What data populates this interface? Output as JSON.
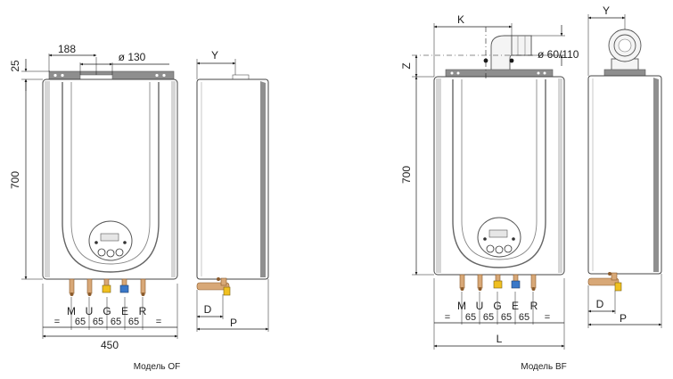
{
  "models": [
    {
      "caption": "Модель OF",
      "dims": {
        "top_offset": "25",
        "height": "700",
        "flue_offset": "188",
        "flue_diameter": "ø 130",
        "depth_top": "Y",
        "width": "450",
        "side_d": "D",
        "side_p": "P"
      },
      "connections": [
        "M",
        "U",
        "G",
        "E",
        "R"
      ],
      "spacing": [
        "=",
        "65",
        "65",
        "65",
        "65",
        "="
      ]
    },
    {
      "caption": "Модель BF",
      "dims": {
        "flue_k": "K",
        "flue_z": "Z",
        "height": "700",
        "flue_diameter": "ø 60/110",
        "depth_top": "Y",
        "width": "L",
        "side_d": "D",
        "side_p": "P"
      },
      "connections": [
        "M",
        "U",
        "G",
        "E",
        "R"
      ],
      "spacing": [
        "=",
        "65",
        "65",
        "65",
        "65",
        "="
      ]
    }
  ],
  "colors": {
    "line": "#1a1a1a",
    "body_outline": "#444444",
    "bracket": "#8e8e8e",
    "pipe_copper": "#d8a877",
    "gas_valve": "#f0c020",
    "cold_water_valve": "#3a78c8"
  }
}
